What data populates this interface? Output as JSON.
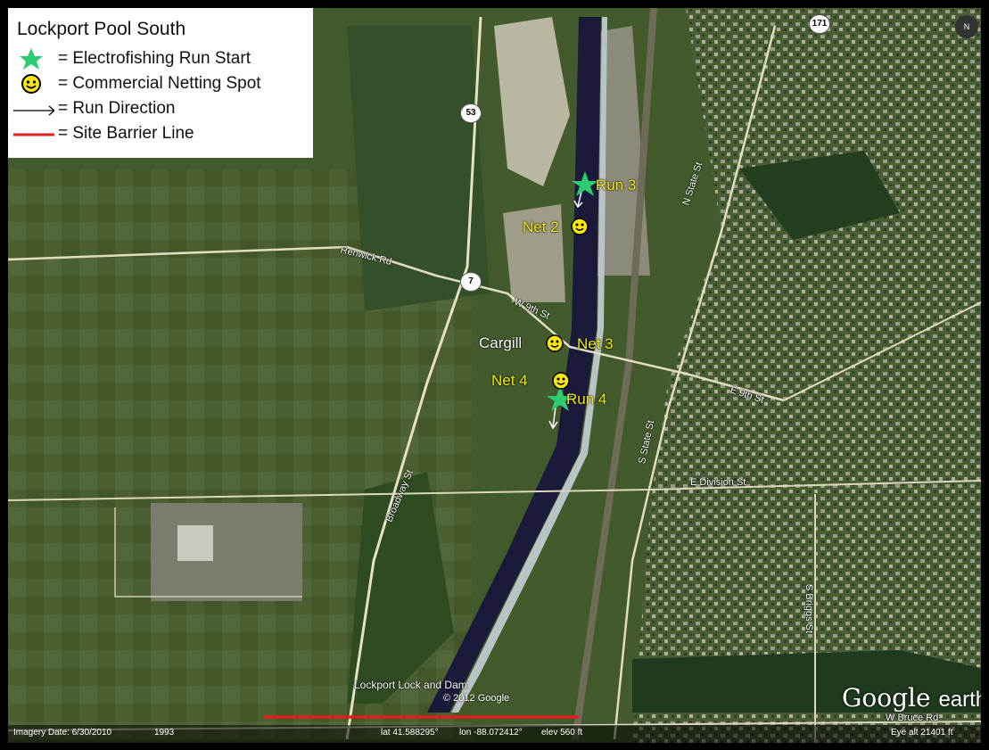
{
  "legend": {
    "title": "Lockport Pool South",
    "items": [
      {
        "symbol": "star-icon",
        "label": "= Electrofishing Run Start",
        "color": "#2ecc71"
      },
      {
        "symbol": "smiley-icon",
        "label": "= Commercial Netting Spot",
        "color": "#f5e611"
      },
      {
        "symbol": "arrow-right-icon",
        "label": "= Run Direction",
        "color": "#000000"
      },
      {
        "symbol": "red-line-icon",
        "label": "= Site Barrier Line",
        "color": "#e0201c"
      }
    ]
  },
  "markers": {
    "run3": "Run 3",
    "run4": "Run 4",
    "net2": "Net 2",
    "net3": "Net 3",
    "net4": "Net 4",
    "cargill": "Cargill"
  },
  "roads": {
    "renwick": "Renwick Rd",
    "w9th": "W 9th St",
    "e9th": "E 9th St",
    "broadway": "Broadway St",
    "ediv": "E Division St",
    "nstate": "N State St",
    "sstate": "S State St",
    "sbriggs": "S Briggs St",
    "wbruce": "W Bruce Rd",
    "lockdam": "Lockport Lock and Dam",
    "hwy53": "53",
    "hwy7": "7",
    "hwy171": "171"
  },
  "branding": {
    "google": "Google",
    "earth": "earth",
    "copyright": "© 2012 Google",
    "north": "N"
  },
  "status_bar": {
    "imagery_date": "Imagery Date: 6/30/2010",
    "year": "1993",
    "lat": "lat  41.588295°",
    "lon": "lon  -88.072412°",
    "elev": "elev  560 ft",
    "eye_alt": "Eye alt   21401 ft"
  }
}
